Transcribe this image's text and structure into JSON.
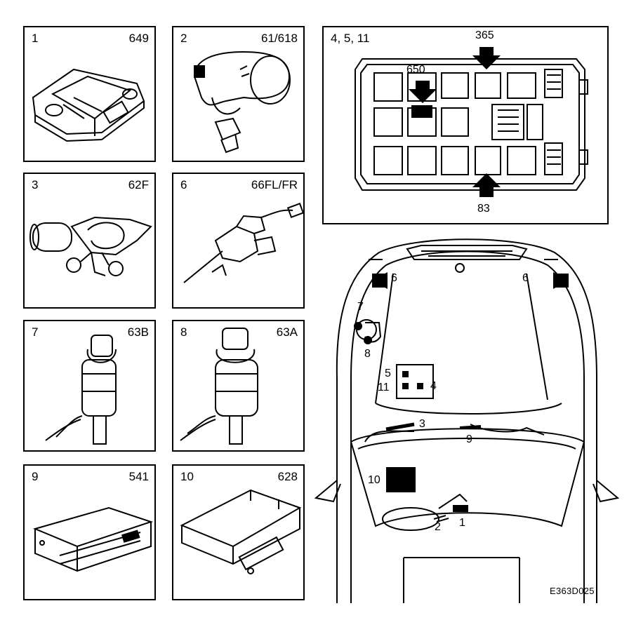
{
  "panels": [
    {
      "num": "1",
      "code": "649"
    },
    {
      "num": "2",
      "code": "61/618"
    },
    {
      "num": "3",
      "code": "62F"
    },
    {
      "num": "6",
      "code": "66FL/FR"
    },
    {
      "num": "7",
      "code": "63B"
    },
    {
      "num": "8",
      "code": "63A"
    },
    {
      "num": "9",
      "code": "541"
    },
    {
      "num": "10",
      "code": "628"
    }
  ],
  "fusebox": {
    "title": "4, 5, 11",
    "labels": [
      "365",
      "650",
      "83"
    ]
  },
  "car": {
    "labels": [
      "6",
      "6",
      "7",
      "8",
      "5",
      "11",
      "4",
      "3",
      "9",
      "10",
      "2",
      "1"
    ]
  },
  "figure_code": "E363D025"
}
